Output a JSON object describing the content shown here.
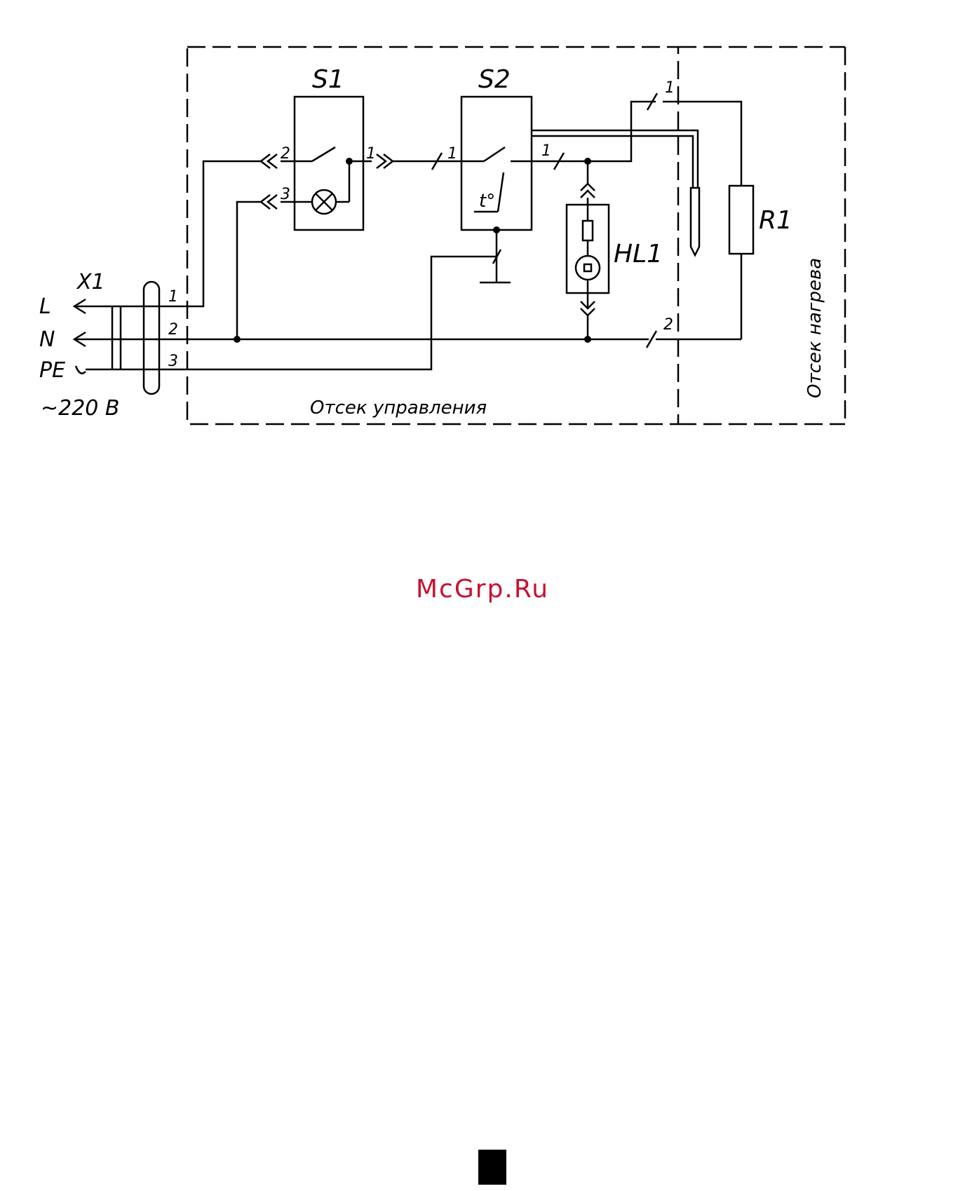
{
  "diagram": {
    "components": {
      "x1": "X1",
      "s1": "S1",
      "s2": "S2",
      "hl1": "HL1",
      "r1": "R1"
    },
    "supply": {
      "line_l": "L",
      "line_n": "N",
      "line_pe": "PE",
      "voltage": "~220 В"
    },
    "pins": {
      "x1_1": "1",
      "x1_2": "2",
      "x1_3": "3",
      "s1_2": "2",
      "s1_1": "1",
      "s1_3": "3",
      "s2_1": "1",
      "s2_out": "1",
      "term_1": "1",
      "term_2": "2"
    },
    "thermostat_symbol": "t°",
    "compartments": {
      "control": "Отсек управления",
      "heating": "Отсек нагрева"
    }
  },
  "watermark": {
    "text": "McGrp.Ru",
    "color": "#c8102e"
  }
}
